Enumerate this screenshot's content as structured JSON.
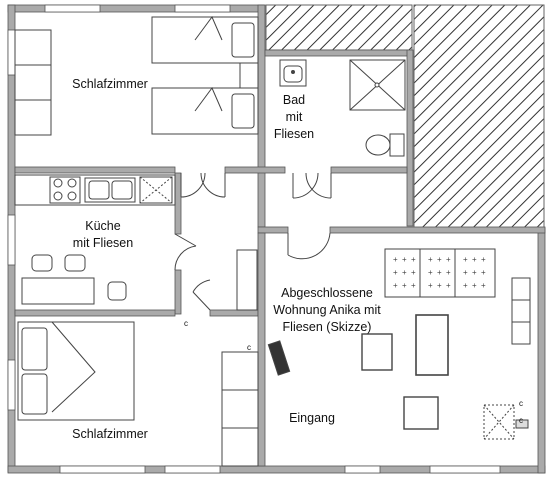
{
  "rooms": {
    "bedroom_top": "Schlafzimmer",
    "bathroom": [
      "Bad",
      "mit",
      "Fliesen"
    ],
    "kitchen": [
      "Küche",
      "mit Fliesen"
    ],
    "apartment": [
      "Abgeschlossene",
      "Wohnung Anika mit",
      "Fliesen (Skizze)"
    ],
    "bedroom_bottom": "Schlafzimmer",
    "entrance": "Eingang"
  },
  "markers": {
    "c1": "c",
    "c2": "c",
    "c3": "c",
    "c4": "c"
  }
}
